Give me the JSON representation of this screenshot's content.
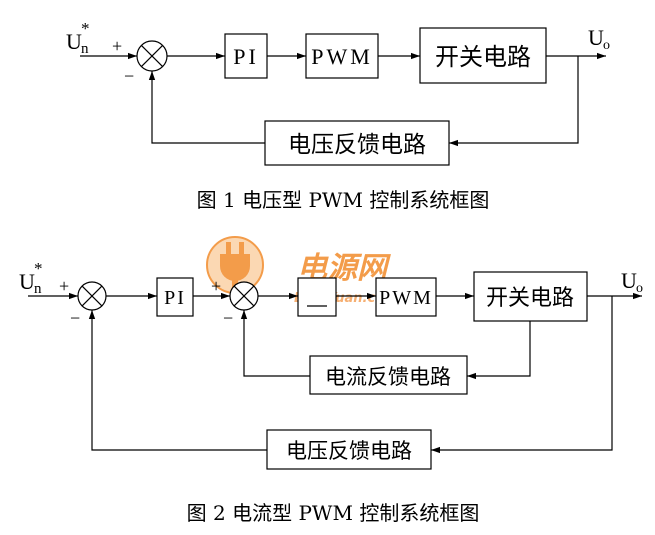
{
  "diagram1": {
    "input_label": "U",
    "input_sub": "n",
    "input_sup": "*",
    "plus": "+",
    "minus": "−",
    "pi": "PI",
    "pwm": "PWM",
    "switch_circuit": "开关电路",
    "output_label": "U",
    "output_sub": "o",
    "voltage_feedback": "电压反馈电路",
    "caption": "图 1  电压型 PWM 控制系统框图"
  },
  "diagram2": {
    "input_label": "U",
    "input_sub": "n",
    "input_sup": "*",
    "plus": "+",
    "minus": "−",
    "pi": "PI",
    "pwm": "PWM",
    "switch_circuit": "开关电路",
    "output_label": "U",
    "output_sub": "o",
    "current_feedback": "电流反馈电路",
    "voltage_feedback": "电压反馈电路",
    "caption": "图 2  电流型 PWM 控制系统框图"
  },
  "watermark": {
    "brand": "电源网",
    "url": "DianYuan.com",
    "brand_color": "#f28b2b"
  }
}
